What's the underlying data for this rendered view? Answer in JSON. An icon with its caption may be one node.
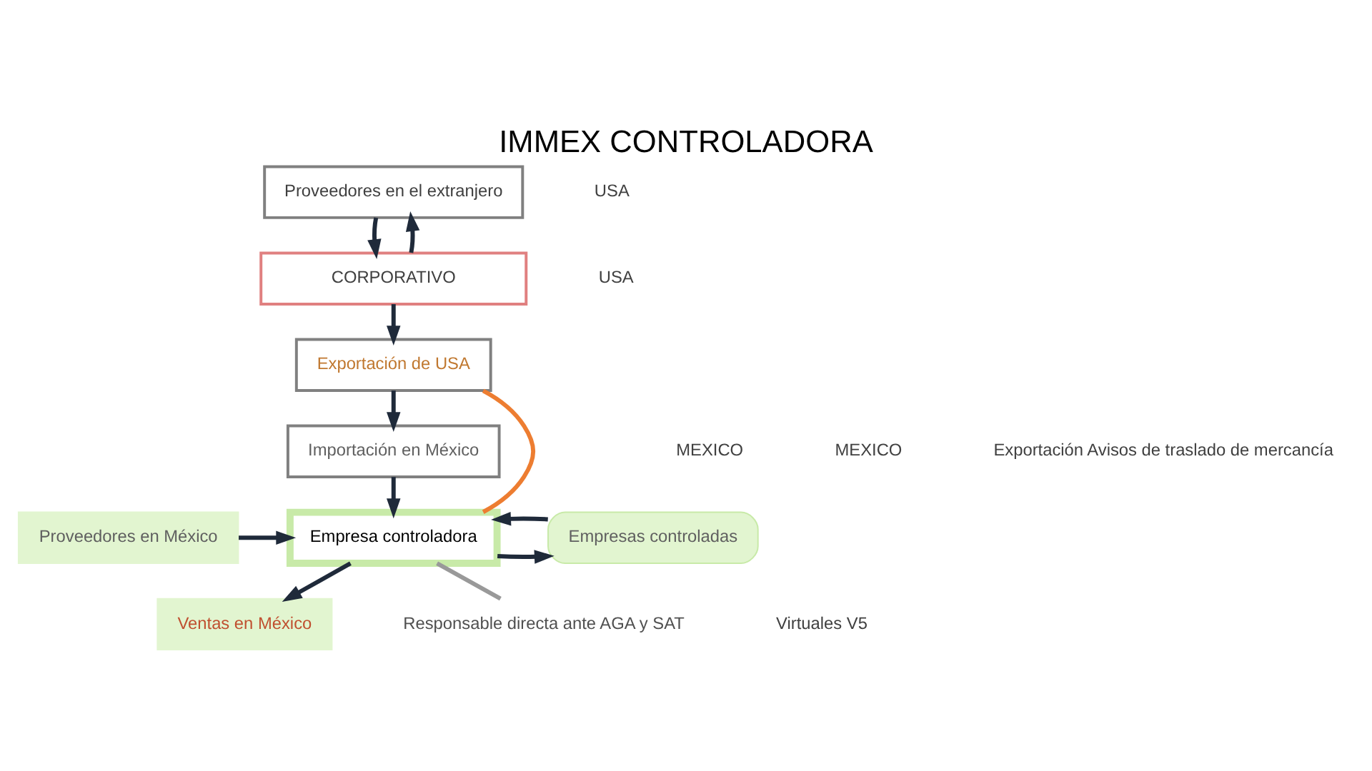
{
  "diagram": {
    "title": "IMMEX CONTROLADORA",
    "nodes": [
      {
        "text": [
          "Proveedores en el extranjero"
        ]
      },
      {
        "text": [
          "CORPORATIVO"
        ]
      },
      {
        "text": [
          "Exportación de USA"
        ]
      },
      {
        "text": [
          "Importación en México"
        ]
      },
      {
        "text": [
          "Proveedores en México"
        ]
      },
      {
        "text": [
          "Ventas en México"
        ]
      },
      {
        "text": [
          "Empresa controladora"
        ]
      },
      {
        "text": [
          "Empresas controladas"
        ]
      },
      {
        "text": [
          "Responsable directa ante AGA y SAT"
        ]
      }
    ],
    "edges": [
      {
        "from": 0,
        "to": 1,
        "arrow": "to"
      },
      {
        "from": 1,
        "to": 0,
        "arrow": "to"
      },
      {
        "from": 1,
        "to": 2,
        "arrow": "to"
      },
      {
        "from": 2,
        "to": 3,
        "arrow": "to"
      },
      {
        "from": 3,
        "to": 6,
        "arrow": "to"
      },
      {
        "from": 4,
        "to": 6,
        "arrow": "to"
      },
      {
        "from": 6,
        "to": 5,
        "arrow": "to"
      },
      {
        "from": 6,
        "to": 7,
        "arrow": "to"
      },
      {
        "from": 7,
        "to": 6,
        "arrow": "to"
      },
      {
        "from": 6,
        "to": 2,
        "arrow": "none",
        "color": "#ed7d31"
      },
      {
        "from": 8,
        "to": 6,
        "arrow": "none",
        "color": "#999999"
      }
    ],
    "labels": [
      "USA",
      "USA",
      "MEXICO",
      "MEXICO",
      "Exportación Avisos de traslado de mercancía",
      "Virtuales V5"
    ]
  }
}
